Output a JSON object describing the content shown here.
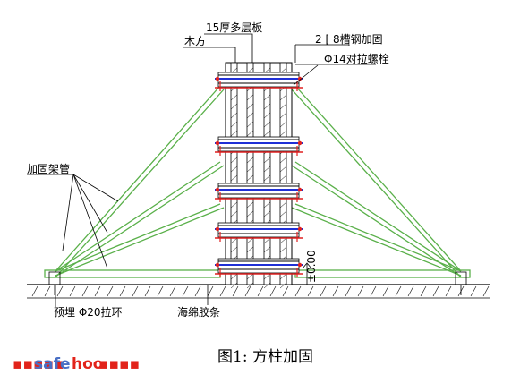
{
  "labels": {
    "plywood": "15厚多层板",
    "timber": "木方",
    "channel": "2 [ 8槽钢加固",
    "bolt": "Φ14对拉螺栓",
    "brace": "加固架管",
    "ring": "预埋 Φ20拉环",
    "sponge": "海绵胶条",
    "level": "±0.00"
  },
  "caption": "图1:  方柱加固",
  "watermark": {
    "dots_left": "▪▪▪▪▪",
    "brand_part1": "safe",
    "brand_part2": "hoo",
    "dots_right": "▪▪▪▪",
    "colors": {
      "safe": "#4a6fc4",
      "hoo": "#e2231a",
      "dots": "#e2231a"
    }
  },
  "colors": {
    "brace": "#5ab04a",
    "bolt": "#1f2fd6",
    "clamp": "#e02020",
    "line": "#000000"
  }
}
